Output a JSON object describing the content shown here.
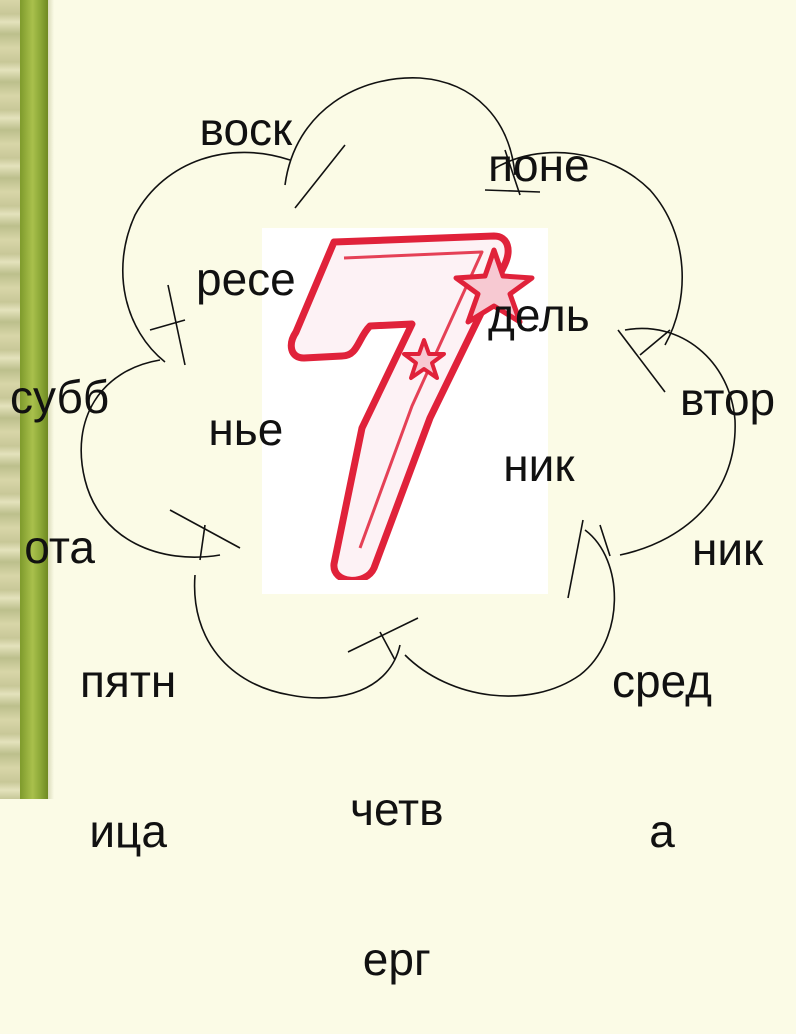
{
  "diagram": {
    "days": [
      {
        "id": "sunday",
        "lines": [
          "воск",
          "ресе",
          "нье"
        ]
      },
      {
        "id": "monday",
        "lines": [
          "поне",
          "дель",
          "ник"
        ]
      },
      {
        "id": "tuesday",
        "lines": [
          "втор",
          "ник"
        ]
      },
      {
        "id": "wednesday",
        "lines": [
          "сред",
          "а"
        ]
      },
      {
        "id": "thursday",
        "lines": [
          "четв",
          "ерг"
        ]
      },
      {
        "id": "friday",
        "lines": [
          "пятн",
          "ица"
        ]
      },
      {
        "id": "saturday",
        "lines": [
          "субб",
          "ота"
        ]
      }
    ],
    "center_number": "7"
  },
  "colors": {
    "candle_red": "#e0223a",
    "candle_pink": "#f7c9d2",
    "green_bar": "#8aa636",
    "background": "#fbfbe6",
    "outline": "#111111"
  }
}
